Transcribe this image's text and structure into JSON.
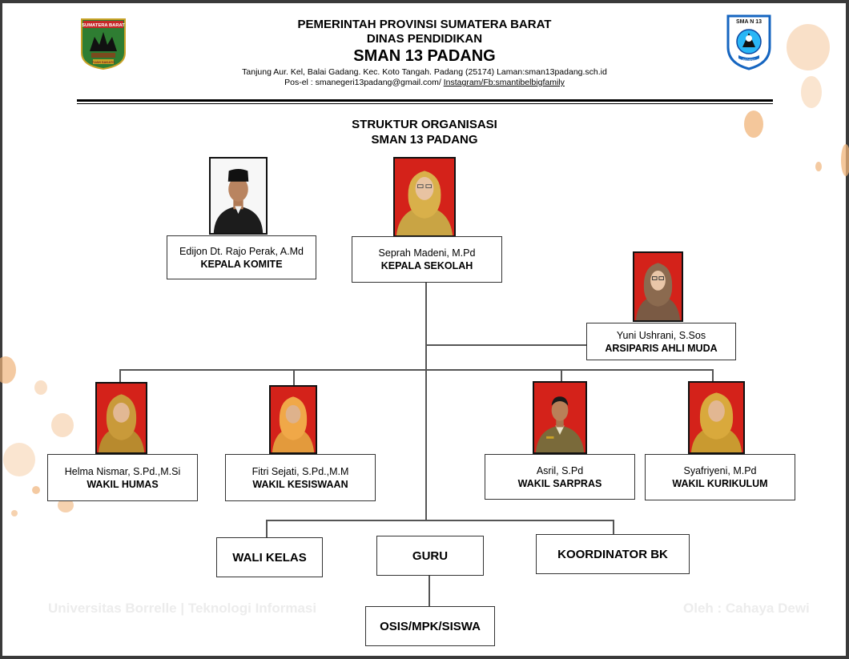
{
  "letterhead": {
    "line1": "PEMERINTAH PROVINSI SUMATERA BARAT",
    "line2": "DINAS PENDIDIKAN",
    "school": "SMAN 13 PADANG",
    "address": "Tanjung Aur. Kel, Balai Gadang. Kec. Koto Tangah. Padang (25174) Laman:sman13padang.sch.id",
    "email_prefix": "Pos-el : smanegeri13padang@gmail.com/ ",
    "social": "Instagram/Fb:smantibelbigfamily",
    "left_logo_text": "SUMATERA BARAT",
    "left_logo_motto": "TUAH SAKATO",
    "right_logo_text": "SMA N 13",
    "right_logo_sub": "PADANG"
  },
  "title": {
    "line1": "STRUKTUR ORGANISASI",
    "line2": "SMAN 13 PADANG"
  },
  "members": {
    "komite": {
      "name": "Edijon Dt. Rajo Perak, A.Md",
      "role": "KEPALA KOMITE"
    },
    "kepsek": {
      "name": "Seprah Madeni, M.Pd",
      "role": "KEPALA SEKOLAH"
    },
    "arsiparis": {
      "name": "Yuni Ushrani, S.Sos",
      "role": "ARSIPARIS AHLI MUDA"
    },
    "humas": {
      "name": "Helma Nismar, S.Pd.,M.Si",
      "role": "WAKIL HUMAS"
    },
    "kesiswaan": {
      "name": "Fitri Sejati, S.Pd.,M.M",
      "role": "WAKIL KESISWAAN"
    },
    "sarpras": {
      "name": "Asril, S.Pd",
      "role": "WAKIL SARPRAS"
    },
    "kurikulum": {
      "name": "Syafriyeni, M.Pd",
      "role": "WAKIL KURIKULUM"
    }
  },
  "units": {
    "wali_kelas": "WALI KELAS",
    "guru": "GURU",
    "koordinator_bk": "KOORDINATOR BK",
    "osis": "OSIS/MPK/SISWA"
  },
  "watermark": {
    "left": "Universitas Borrelle | Teknologi Informasi",
    "right": "Oleh : Cahaya Dewi"
  },
  "colors": {
    "photo_bg": "#d4221a",
    "hijab_gold": "#d9a43a",
    "accent_blob": "#f3c9a0",
    "connector": "#555555"
  }
}
